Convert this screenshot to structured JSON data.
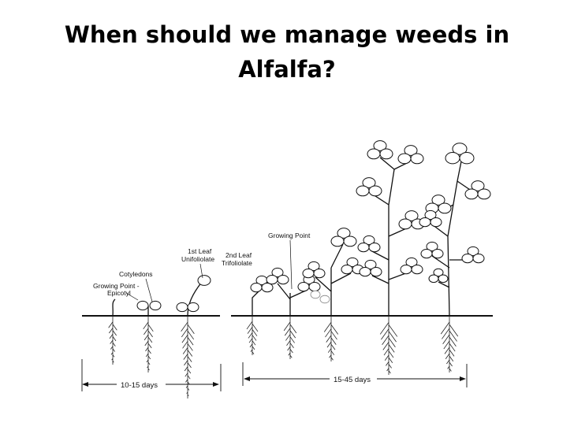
{
  "title": {
    "line1": "When should we manage weeds in",
    "line2": "Alfalfa?"
  },
  "diagram": {
    "labels": {
      "growing_point_epicotyl_1": "Growing Point -",
      "growing_point_epicotyl_2": "Epicotyl",
      "cotyledons": "Cotyledons",
      "first_leaf_1": "1st Leaf",
      "first_leaf_2": "Unifoliolate",
      "second_leaf_1": "2nd Leaf",
      "second_leaf_2": "Trifoliolate",
      "growing_point": "Growing Point"
    },
    "ranges": {
      "early": "10-15 days",
      "late": "15-45 days"
    }
  }
}
